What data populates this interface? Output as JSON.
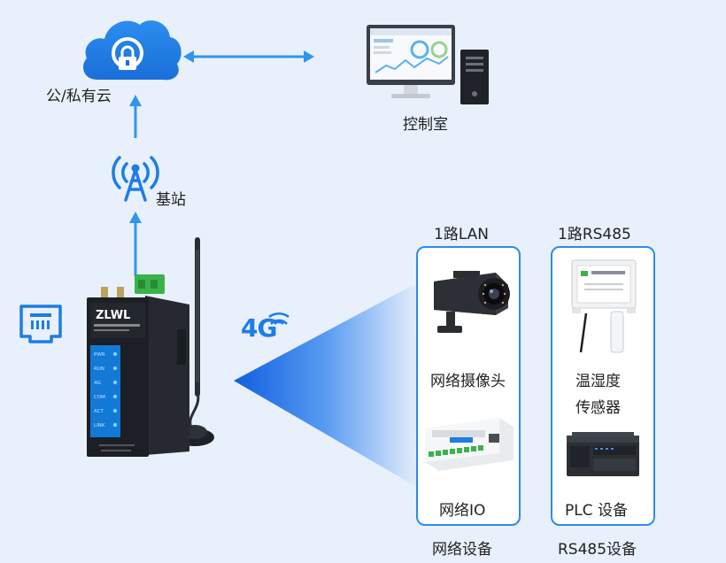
{
  "cloud": {
    "label": "公/私有云"
  },
  "control_room": {
    "label": "控制室"
  },
  "base_station": {
    "label": "基站"
  },
  "network": {
    "label": "4G"
  },
  "lan_group": {
    "header": "1路LAN",
    "footer": "网络设备",
    "items": [
      {
        "label": "网络摄像头"
      },
      {
        "label": "网络IO"
      }
    ]
  },
  "rs485_group": {
    "header": "1路RS485",
    "footer": "RS485设备",
    "items": [
      {
        "label": "温湿度"
      },
      {
        "label": "传感器"
      },
      {
        "label": "PLC 设备"
      }
    ]
  },
  "router": {
    "brand": "ZLWL",
    "leds": [
      "PWR",
      "RUN",
      "4G",
      "COM",
      "ACT",
      "LINK"
    ]
  },
  "colors": {
    "accent": "#1e7ce6",
    "arrow": "#2f95ee",
    "background": "#e8f0fb"
  }
}
